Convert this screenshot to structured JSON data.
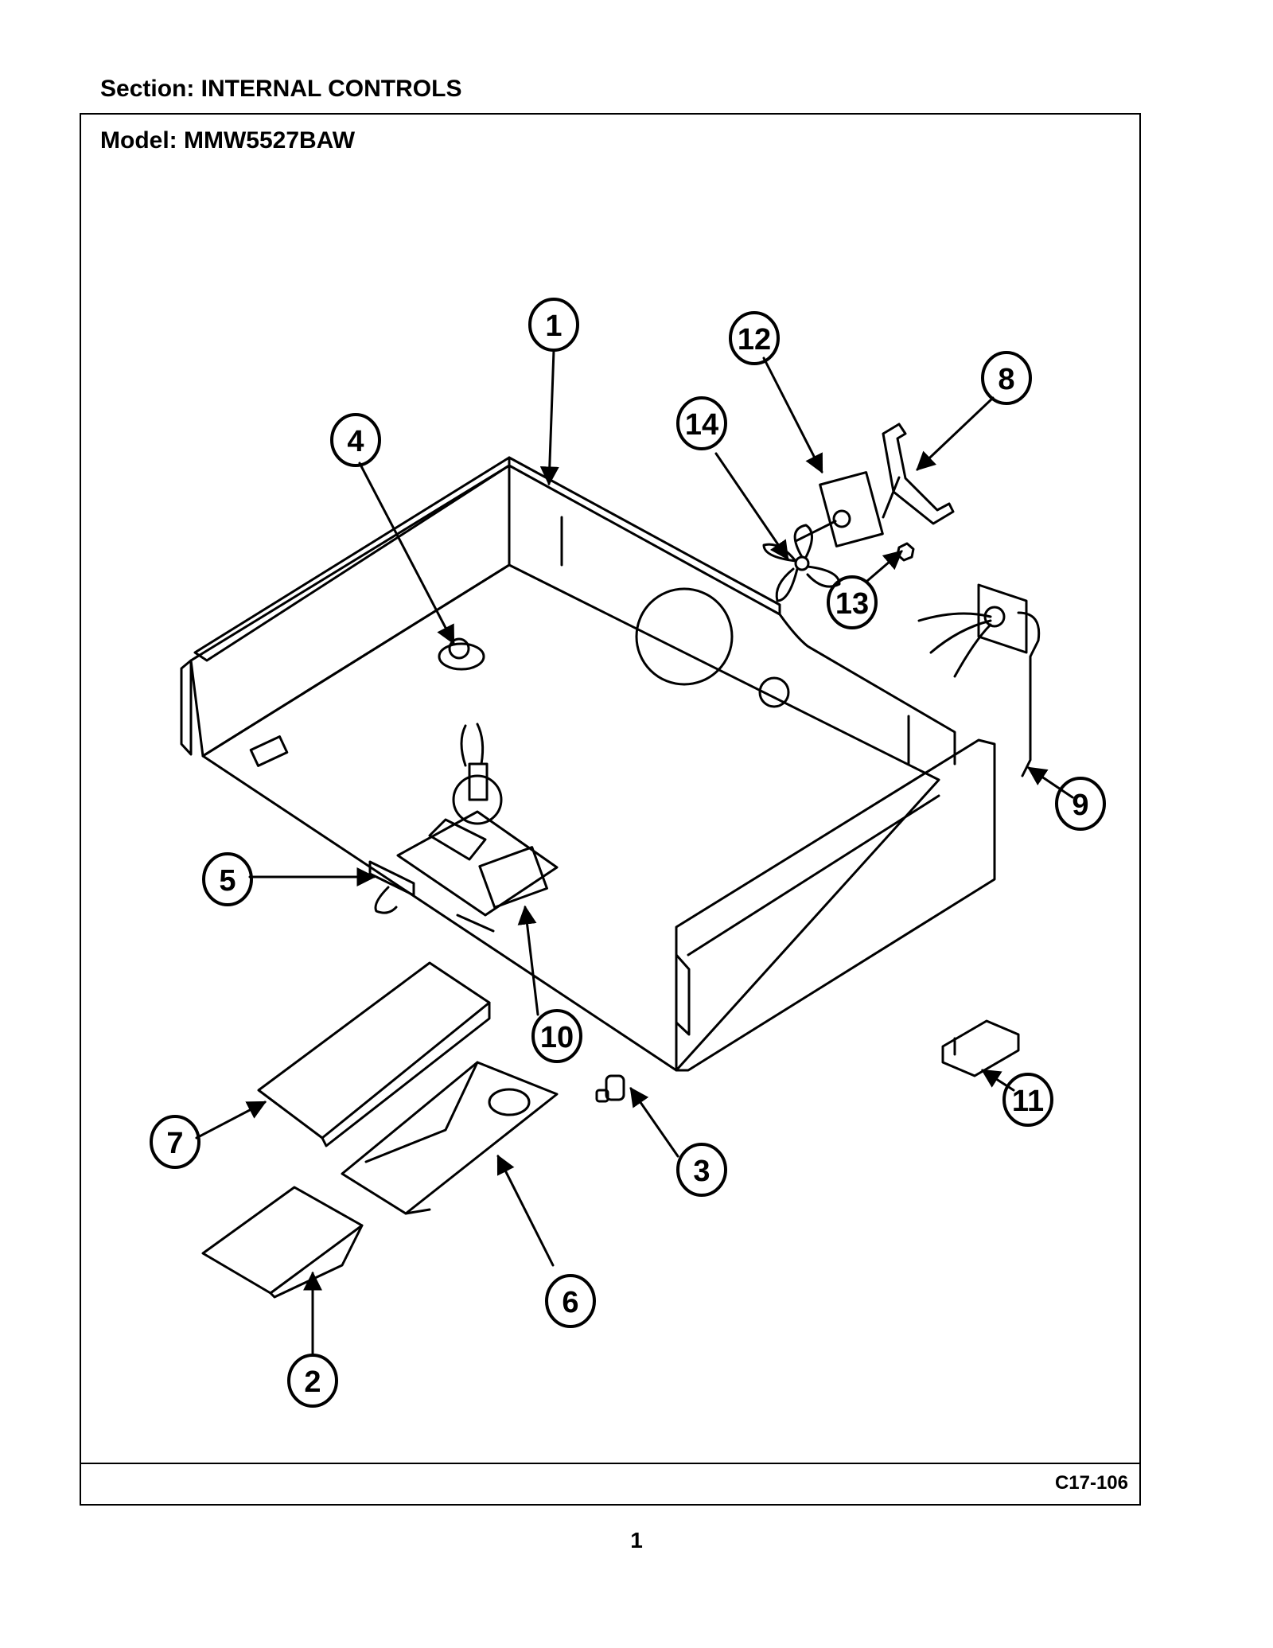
{
  "header": {
    "section": "Section:  INTERNAL CONTROLS"
  },
  "frame": {
    "model": "Model:  MMW5527BAW",
    "code": "C17-106"
  },
  "footer": {
    "page_number": "1"
  },
  "callouts": [
    {
      "id": "1",
      "label": "1"
    },
    {
      "id": "2",
      "label": "2"
    },
    {
      "id": "3",
      "label": "3"
    },
    {
      "id": "4",
      "label": "4"
    },
    {
      "id": "5",
      "label": "5"
    },
    {
      "id": "6",
      "label": "6"
    },
    {
      "id": "7",
      "label": "7"
    },
    {
      "id": "8",
      "label": "8"
    },
    {
      "id": "9",
      "label": "9"
    },
    {
      "id": "10",
      "label": "10"
    },
    {
      "id": "11",
      "label": "11"
    },
    {
      "id": "12",
      "label": "12"
    },
    {
      "id": "13",
      "label": "13"
    },
    {
      "id": "14",
      "label": "14"
    }
  ]
}
